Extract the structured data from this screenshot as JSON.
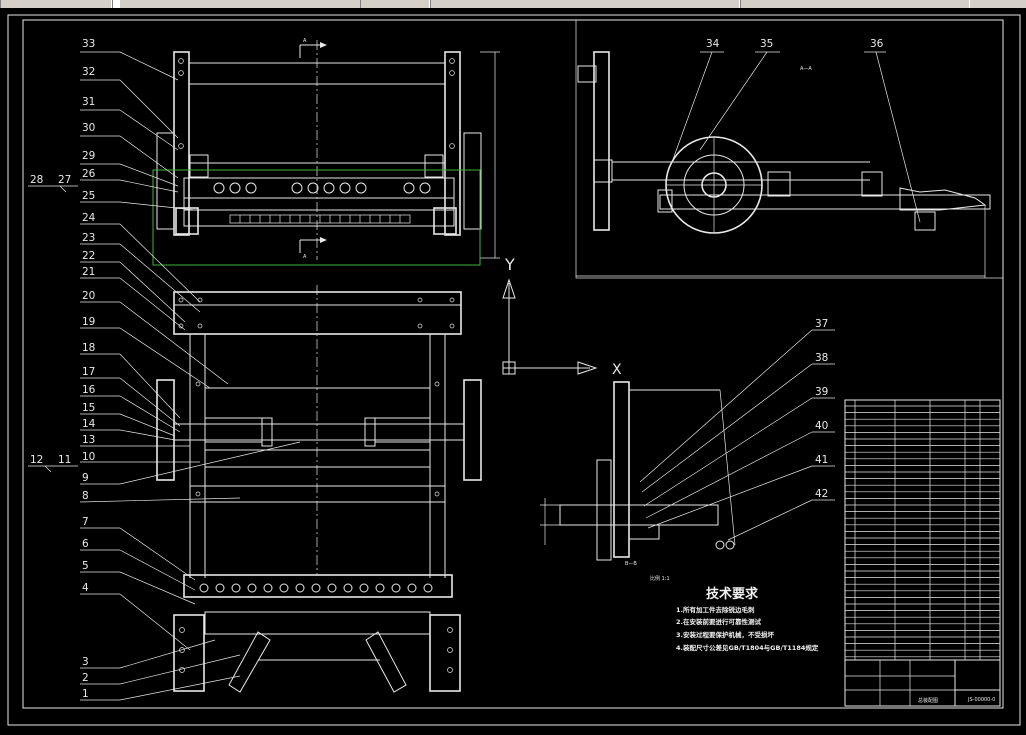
{
  "toolbar_icons": [
    "window-min-icon"
  ],
  "view_labels": {
    "section_marker_a": "A",
    "section_title_aa": "A—A",
    "section_title_bb": "B—B",
    "scale": "比例 1:1",
    "axis_y": "Y",
    "axis_x": "X"
  },
  "part_numbers_left": [
    "33",
    "32",
    "31",
    "30",
    "29",
    "26",
    "25",
    "24",
    "23",
    "22",
    "21",
    "20",
    "19",
    "18",
    "17",
    "16",
    "15",
    "14",
    "13",
    "10",
    "9",
    "8",
    "7",
    "6",
    "5",
    "4",
    "3",
    "2",
    "1"
  ],
  "paired_labels": [
    [
      "28",
      "27"
    ],
    [
      "12",
      "11"
    ]
  ],
  "part_numbers_right_top": [
    "34",
    "35",
    "36"
  ],
  "part_numbers_right_mid": [
    "37",
    "38",
    "39",
    "40",
    "41",
    "42"
  ],
  "tech_requirements": {
    "title": "技术要求",
    "items": [
      "1.所有加工件去除锐边毛刺",
      "2.在安装前要进行可靠性测试",
      "3.安装过程要保护机械，不受损坏",
      "4.装配尺寸公差见GB/T1804与GB/T1184规定"
    ]
  },
  "title_block": {
    "company": "",
    "drawing_name": "",
    "drawing_no": "JS-00000-0",
    "product": "总装配图"
  }
}
